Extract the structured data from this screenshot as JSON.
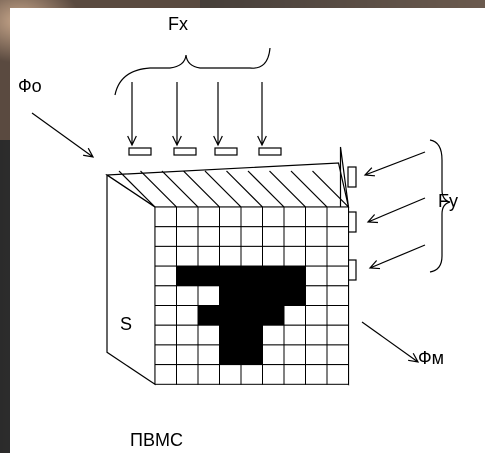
{
  "labels": {
    "fx": "Fx",
    "fy": "Fy",
    "phi0": "Фо",
    "phim": "Фм",
    "s": "S",
    "caption": "ПВМС"
  },
  "grid": {
    "cols": 9,
    "rows": 9,
    "filled_cells": [
      [
        1,
        3
      ],
      [
        2,
        3
      ],
      [
        3,
        3
      ],
      [
        4,
        3
      ],
      [
        5,
        3
      ],
      [
        6,
        3
      ],
      [
        3,
        4
      ],
      [
        4,
        4
      ],
      [
        5,
        4
      ],
      [
        6,
        4
      ],
      [
        2,
        5
      ],
      [
        3,
        5
      ],
      [
        4,
        5
      ],
      [
        5,
        5
      ],
      [
        3,
        6
      ],
      [
        4,
        6
      ],
      [
        3,
        7
      ],
      [
        4,
        7
      ]
    ]
  },
  "colors": {
    "ink": "#000000",
    "paper": "#ffffff",
    "background": "#5a4a40"
  }
}
